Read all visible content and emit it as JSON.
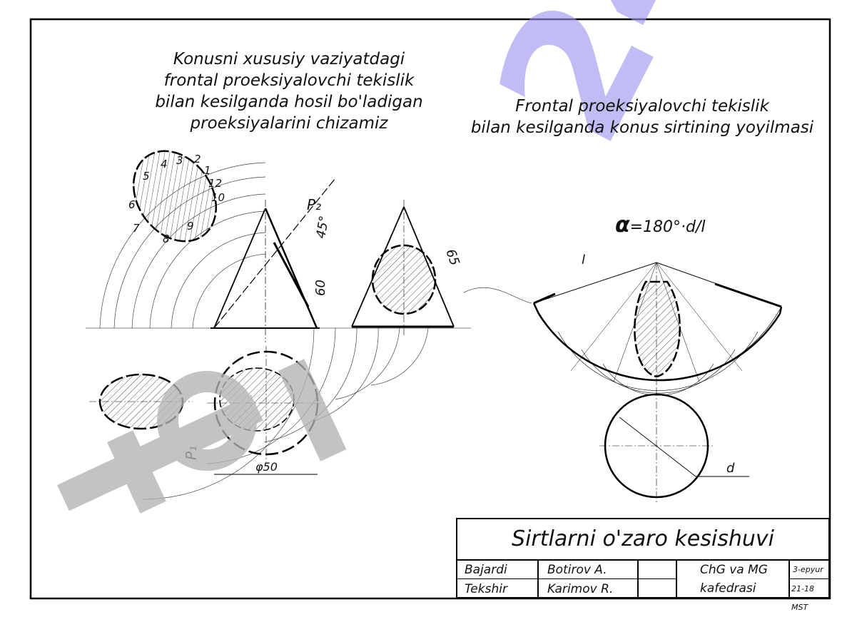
{
  "caption_left": [
    "Konusni xususiy vaziyatdagi",
    "frontal proeksiyalovchi tekislik",
    "bilan kesilganda hosil bo'ladigan",
    "proeksiyalarini chizamiz"
  ],
  "caption_right": [
    "Frontal proeksiyalovchi tekislik",
    "bilan kesilganda konus sirtining yoyilmasi"
  ],
  "formula": {
    "alpha": "α",
    "rest": "=180°·d/l"
  },
  "dimensions": {
    "angle": "45°",
    "height": "60",
    "slant": "65",
    "diameter": "φ50",
    "len": "l",
    "diam": "d",
    "section_p2": "P₂",
    "section_p1": "P₁"
  },
  "title_block": {
    "title": "Sirtlarni o'zaro kesishuvi",
    "done_label": "Bajardi",
    "done_name": "Botirov A.",
    "check_label": "Tekshir",
    "check_name": "Karimov R.",
    "dept_1": "ChG va MG",
    "dept_2": "kafedrasi",
    "sheet": "3-epyur",
    "code": "21-18 MST"
  },
  "watermark": "24"
}
